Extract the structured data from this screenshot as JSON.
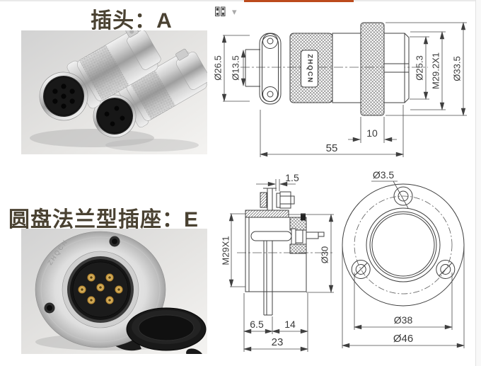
{
  "brand": "ZHQCN",
  "sections": {
    "plug": {
      "title": "插头：A"
    },
    "socket": {
      "title": "圆盘法兰型插座：E"
    }
  },
  "toolbar": {
    "caret": "▾"
  },
  "drawings": {
    "plug_side": {
      "label": "ZHQCN",
      "dia_clamp_od": "Ø26.5",
      "dia_cable_entry": "Ø13.5",
      "dia_thread": "Ø25.3",
      "thread_spec": "M29.2X1",
      "dia_nut": "Ø33.5",
      "nut_width": "10",
      "total_length": "55"
    },
    "socket_side": {
      "flange_thickness": "1.5",
      "thread_spec": "M29X1",
      "dia_body": "Ø30",
      "tail_offset": "6.5",
      "tail_span": "14",
      "total_length": "23"
    },
    "socket_front": {
      "dia_mount_hole": "Ø3.5",
      "dia_bolt_circle": "Ø38",
      "dia_flange": "Ø46"
    }
  },
  "colors": {
    "accent": "#bc4b1c",
    "line": "#3f3f3f",
    "title": "#4a4232"
  }
}
